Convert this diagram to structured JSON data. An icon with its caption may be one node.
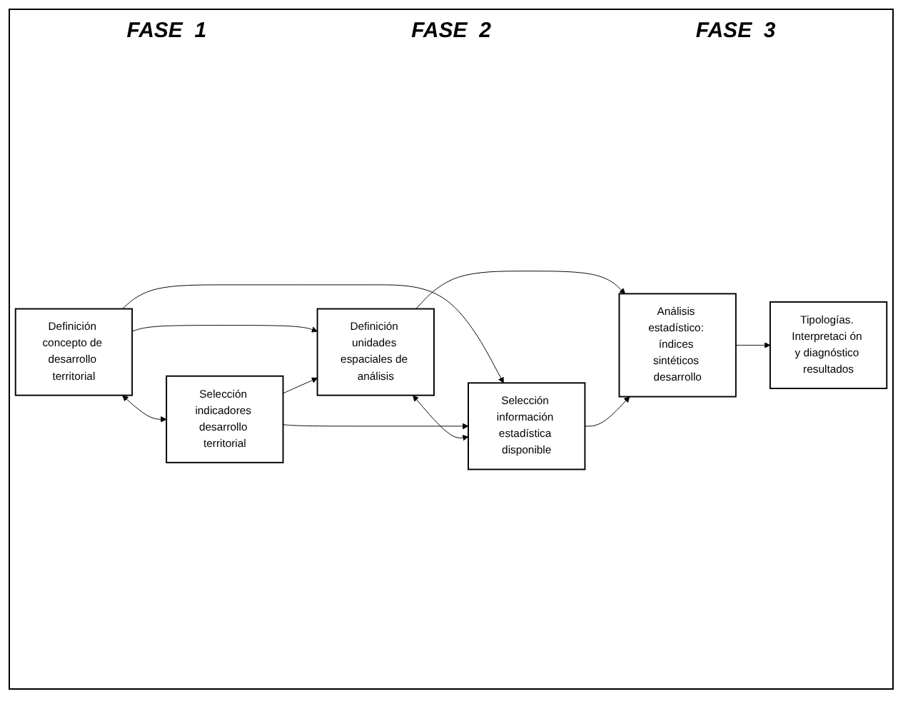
{
  "diagram": {
    "nodes": [
      {
        "text": [
          "Definición concepto de desarrollo territorial"
        ]
      },
      {
        "text": [
          "Selección indicadores desarrollo territorial"
        ]
      },
      {
        "text": [
          "Definición unidades espaciales de análisis"
        ]
      },
      {
        "text": [
          "Selección información estadística disponible"
        ]
      },
      {
        "text": [
          "Análisis estadístico: índices sintéticos desarrollo"
        ]
      },
      {
        "text": [
          "Tipologías. Interpretaci ón y diagnóstico resultados"
        ]
      }
    ],
    "edges": [
      {
        "from": 0,
        "to": 1,
        "arrow": "both"
      },
      {
        "from": 0,
        "to": 2,
        "arrow": "to"
      },
      {
        "from": 0,
        "to": 3,
        "arrow": "to"
      },
      {
        "from": 1,
        "to": 2,
        "arrow": "to"
      },
      {
        "from": 1,
        "to": 3,
        "arrow": "to"
      },
      {
        "from": 2,
        "to": 3,
        "arrow": "both"
      },
      {
        "from": 2,
        "to": 4,
        "arrow": "to"
      },
      {
        "from": 3,
        "to": 4,
        "arrow": "to"
      },
      {
        "from": 4,
        "to": 5,
        "arrow": "to"
      }
    ],
    "labels": [
      "FASE  1",
      "FASE  2",
      "FASE  3"
    ]
  }
}
